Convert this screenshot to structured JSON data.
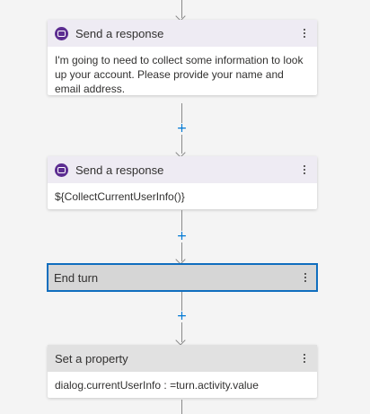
{
  "nodes": [
    {
      "title": "Send a response",
      "body": "I'm going to need to collect some information to look up your account.  Please provide your name and email address."
    },
    {
      "title": "Send a response",
      "body": "${CollectCurrentUserInfo()}"
    },
    {
      "title": "End turn"
    },
    {
      "title": "Set a property",
      "body": "dialog.currentUserInfo : =turn.activity.value"
    }
  ],
  "add_glyph": "+",
  "colors": {
    "accent": "#0078d4",
    "selected_border": "#106ebe",
    "bot_icon": "#5c2d91",
    "header_lavender": "#eeebf3",
    "header_grey": "#e1e1e1"
  },
  "icons": [
    "bot-icon",
    "more-options-icon",
    "add-icon",
    "arrow-down-icon"
  ]
}
